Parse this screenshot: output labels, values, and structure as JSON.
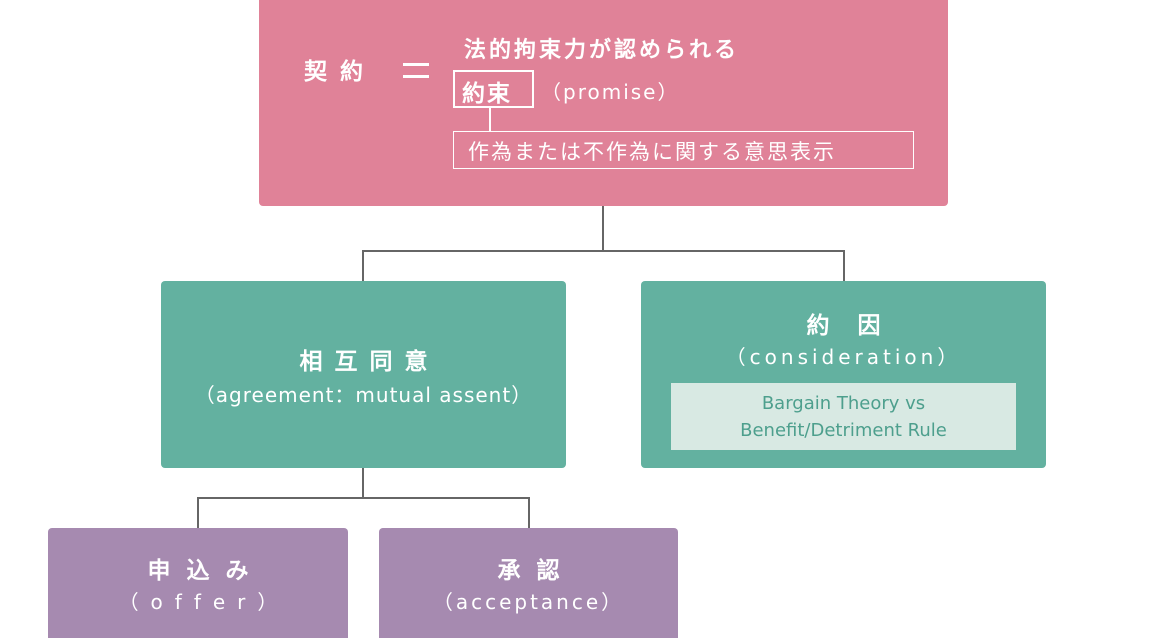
{
  "contract": {
    "term": "契約",
    "equals_symbol": "=",
    "legal_binding": "法的拘束力が認められる",
    "promise_jp": "約束",
    "promise_en": "（promise）",
    "declaration": "作為または不作為に関する意思表示"
  },
  "mutual_assent": {
    "title": "相互同意",
    "subtitle": "（agreement：mutual assent）"
  },
  "consideration": {
    "title": "約因",
    "subtitle": "（consideration）",
    "theory_line1": "Bargain Theory vs",
    "theory_line2": "Benefit/Detriment Rule"
  },
  "offer": {
    "title": "申込み",
    "subtitle": "（offer）"
  },
  "acceptance": {
    "title": "承認",
    "subtitle": "（acceptance）"
  },
  "colors": {
    "contract_box": "#e08298",
    "assent_box": "#63b1a0",
    "offer_box": "#a68ab0",
    "connector": "#666666",
    "theory_panel": "#d8e9e3"
  }
}
